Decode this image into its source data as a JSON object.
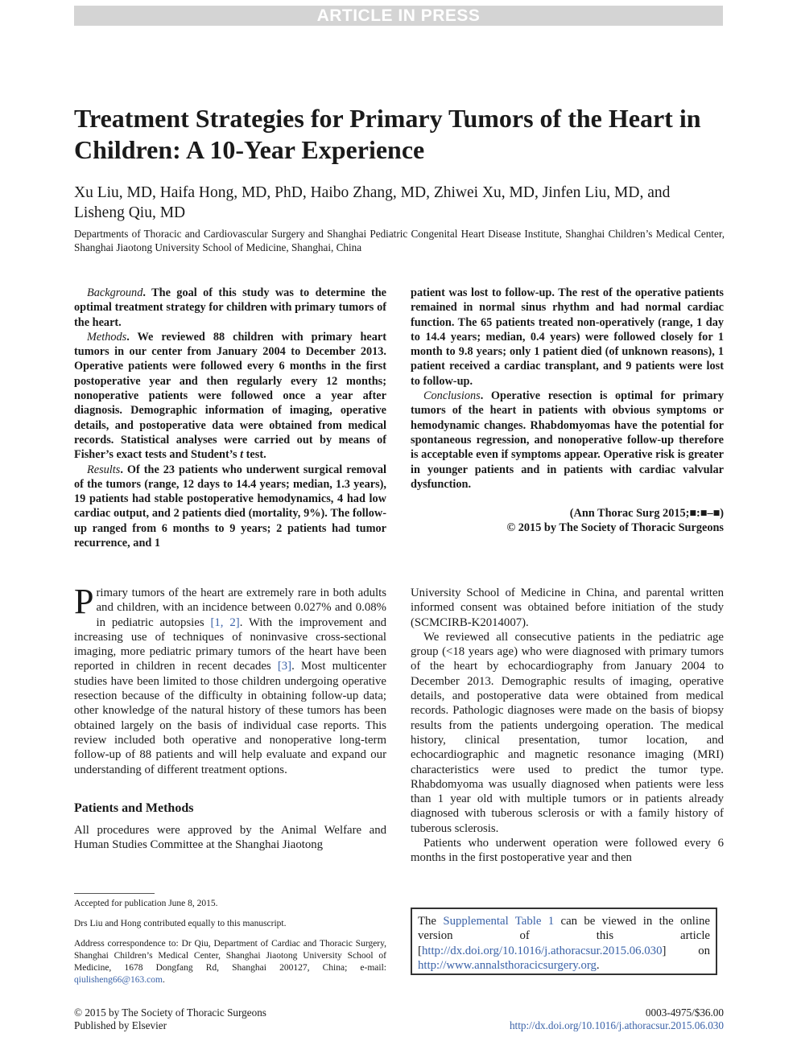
{
  "banner": "ARTICLE IN PRESS",
  "title": "Treatment Strategies for Primary Tumors of the Heart in Children: A 10-Year Experience",
  "authors": "Xu Liu, MD, Haifa Hong, MD, PhD, Haibo Zhang, MD, Zhiwei Xu, MD, Jinfen Liu, MD, and Lisheng Qiu, MD",
  "affiliation": "Departments of Thoracic and Cardiovascular Surgery and Shanghai Pediatric Congenital Heart Disease Institute, Shanghai Children’s Medical Center, Shanghai Jiaotong University School of Medicine, Shanghai, China",
  "abstract": {
    "background_label": "Background",
    "background_text": ". The goal of this study was to determine the optimal treatment strategy for children with primary tumors of the heart.",
    "methods_label": "Methods",
    "methods_text": ". We reviewed 88 children with primary heart tumors in our center from January 2004 to December 2013. Operative patients were followed every 6 months in the first postoperative year and then regularly every 12 months; nonoperative patients were followed once a year after diagnosis. Demographic information of imaging, operative details, and postoperative data were obtained from medical records. Statistical analyses were carried out by means of Fisher’s exact tests and Student’s ",
    "methods_t": "t",
    "methods_end": " test.",
    "results_label": "Results",
    "results_text": ". Of the 23 patients who underwent surgical removal of the tumors (range, 12 days to 14.4 years; median, 1.3 years), 19 patients had stable postoperative hemodynamics, 4 had low cardiac output, and 2 patients died (mortality, 9%). The follow-up ranged from 6 months to 9 years; 2 patients had tumor recurrence, and 1",
    "results_cont": "patient was lost to follow-up. The rest of the operative patients remained in normal sinus rhythm and had normal cardiac function. The 65 patients treated non-operatively (range, 1 day to 14.4 years; median, 0.4 years) were followed closely for 1 month to 9.8 years; only 1 patient died (of unknown reasons), 1 patient received a cardiac transplant, and 9 patients were lost to follow-up.",
    "conclusions_label": "Conclusions",
    "conclusions_text": ". Operative resection is optimal for primary tumors of the heart in patients with obvious symptoms or hemodynamic changes. Rhabdomyomas have the potential for spontaneous regression, and nonoperative follow-up therefore is acceptable even if symptoms appear. Operative risk is greater in younger patients and in patients with cardiac valvular dysfunction.",
    "citation": "(Ann Thorac Surg 2015;■:■–■)",
    "copyright": "© 2015 by The Society of Thoracic Surgeons"
  },
  "body": {
    "intro_dropcap": "P",
    "intro_a": "rimary tumors of the heart are extremely rare in both adults and children, with an incidence between 0.027% and 0.08% in pediatric autopsies ",
    "ref_1_2": "[1, 2]",
    "intro_b": ". With the improvement and increasing use of techniques of noninvasive cross-sectional imaging, more pediatric primary tumors of the heart have been reported in children in recent decades ",
    "ref_3": "[3]",
    "intro_c": ". Most multicenter studies have been limited to those children undergoing operative resection because of the difficulty in obtaining follow-up data; other knowledge of the natural history of these tumors has been obtained largely on the basis of individual case reports. This review included both operative and nonoperative long-term follow-up of 88 patients and will help evaluate and expand our understanding of different treatment options.",
    "section_heading": "Patients and Methods",
    "methods_p1": "All procedures were approved by the Animal Welfare and Human Studies Committee at the Shanghai Jiaotong",
    "methods_p1_cont": "University School of Medicine in China, and parental written informed consent was obtained before initiation of the study (SCMCIRB-K2014007).",
    "methods_p2": "We reviewed all consecutive patients in the pediatric age group (<18 years age) who were diagnosed with primary tumors of the heart by echocardiography from January 2004 to December 2013. Demographic results of imaging, operative details, and postoperative data were obtained from medical records. Pathologic diagnoses were made on the basis of biopsy results from the patients undergoing operation. The medical history, clinical presentation, tumor location, and echocardiographic and magnetic resonance imaging (MRI) characteristics were used to predict the tumor type. Rhabdomyoma was usually diagnosed when patients were less than 1 year old with multiple tumors or in patients already diagnosed with tuberous sclerosis or with a family history of tuberous sclerosis.",
    "methods_p3": "Patients who underwent operation were followed every 6 months in the first postoperative year and then"
  },
  "footnotes": {
    "accepted": "Accepted for publication June 8, 2015.",
    "contrib": "Drs Liu and Hong contributed equally to this manuscript.",
    "address": "Address correspondence to: Dr Qiu, Department of Cardiac and Thoracic Surgery, Shanghai Children’s Medical Center, Shanghai Jiaotong University School of Medicine, 1678 Dongfang Rd, Shanghai 200127, China; e-mail: ",
    "email": "qiulisheng66@163.com",
    "address_end": "."
  },
  "supplement": {
    "pre": "The ",
    "link_table": "Supplemental Table 1",
    "mid": " can be viewed in the online version of this article [",
    "link_doi": "http://dx.doi.org/10.1016/j.athoracsur.2015.06.030",
    "mid2": "] on ",
    "link_site": "http://www.annalsthoracicsurgery.org",
    "end": "."
  },
  "footer": {
    "copyright": "© 2015 by The Society of Thoracic Surgeons",
    "publisher": "Published by Elsevier",
    "issn_price": "0003-4975/$36.00",
    "doi": "http://dx.doi.org/10.1016/j.athoracsur.2015.06.030"
  },
  "colors": {
    "link": "#3a62a8",
    "banner_bg": "#d4d4d4"
  }
}
